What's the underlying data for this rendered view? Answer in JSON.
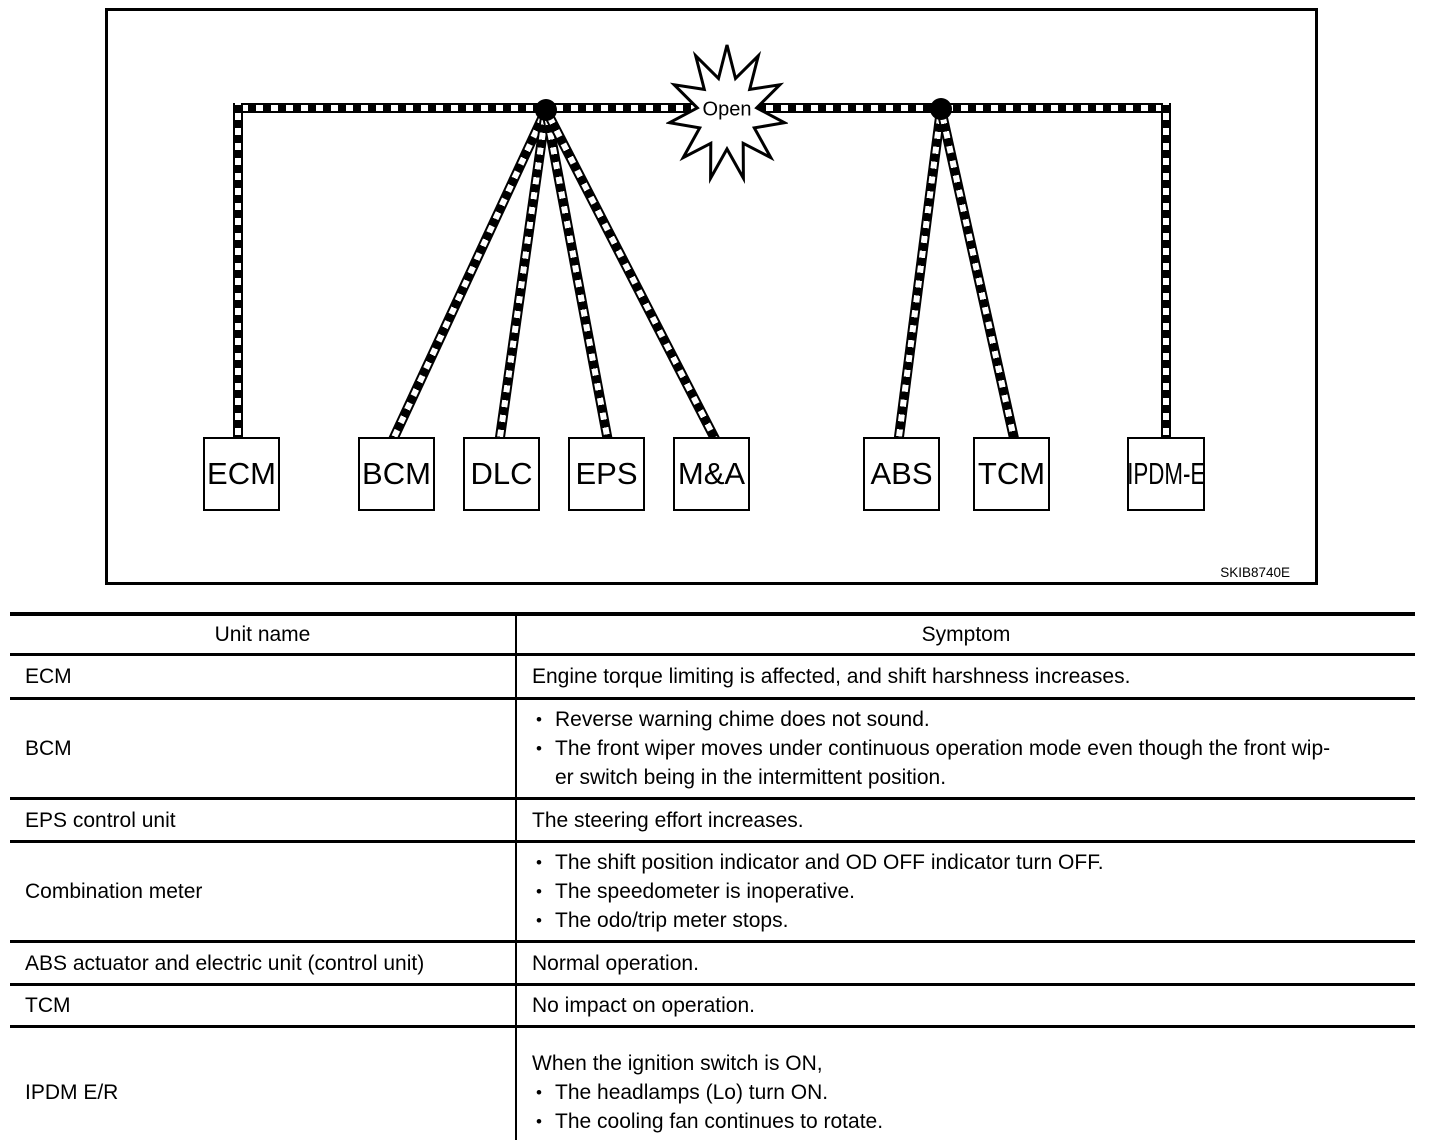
{
  "diagram": {
    "open_label": "Open",
    "figure_code": "SKIB8740E",
    "nodes": [
      "ECM",
      "BCM",
      "DLC",
      "EPS",
      "M&A",
      "ABS",
      "TCM",
      "IPDM-E"
    ]
  },
  "table": {
    "headers": {
      "unit": "Unit name",
      "symptom": "Symptom"
    },
    "rows": [
      {
        "unit": "ECM",
        "symptoms": [
          {
            "bullet": false,
            "text": "Engine torque limiting is affected, and shift harshness increases."
          }
        ]
      },
      {
        "unit": "BCM",
        "symptoms": [
          {
            "bullet": true,
            "text": "Reverse warning chime does not sound."
          },
          {
            "bullet": true,
            "text": "The front wiper moves under continuous operation mode even though the front wip-\ner switch being in the intermittent position."
          }
        ]
      },
      {
        "unit": "EPS control unit",
        "symptoms": [
          {
            "bullet": false,
            "text": "The steering effort increases."
          }
        ]
      },
      {
        "unit": "Combination meter",
        "symptoms": [
          {
            "bullet": true,
            "text": "The shift position indicator and OD OFF indicator turn OFF."
          },
          {
            "bullet": true,
            "text": "The speedometer is inoperative."
          },
          {
            "bullet": true,
            "text": "The odo/trip meter stops."
          }
        ]
      },
      {
        "unit": "ABS actuator and electric unit (control unit)",
        "symptoms": [
          {
            "bullet": false,
            "text": "Normal operation."
          }
        ]
      },
      {
        "unit": "TCM",
        "symptoms": [
          {
            "bullet": false,
            "text": "No impact on operation."
          }
        ]
      },
      {
        "unit": "IPDM E/R",
        "symptoms": [
          {
            "bullet": false,
            "text": "When the ignition switch is ON,"
          },
          {
            "bullet": true,
            "text": "The headlamps (Lo) turn ON."
          },
          {
            "bullet": true,
            "text": "The cooling fan continues to rotate."
          }
        ]
      }
    ]
  },
  "colors": {
    "ink": "#000000",
    "paper": "#ffffff"
  }
}
